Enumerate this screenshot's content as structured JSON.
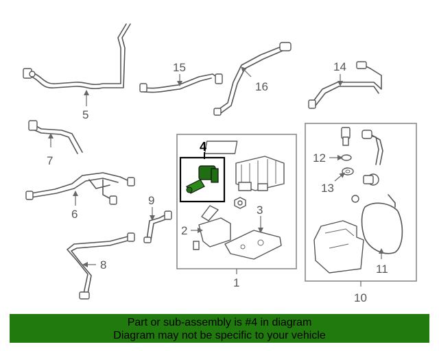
{
  "callouts": {
    "c1": "1",
    "c2": "2",
    "c3": "3",
    "c4": "4",
    "c5": "5",
    "c6": "6",
    "c7": "7",
    "c8": "8",
    "c9": "9",
    "c10": "10",
    "c11": "11",
    "c12": "12",
    "c13": "13",
    "c14": "14",
    "c15": "15",
    "c16": "16"
  },
  "banner": {
    "line1": "Part or sub-assembly is #4 in diagram",
    "line2": "Diagram may not be specific to your vehicle"
  },
  "colors": {
    "banner_bg": "#217a0e",
    "highlight_part": "#1f6f12"
  },
  "highlighted_part": "4"
}
